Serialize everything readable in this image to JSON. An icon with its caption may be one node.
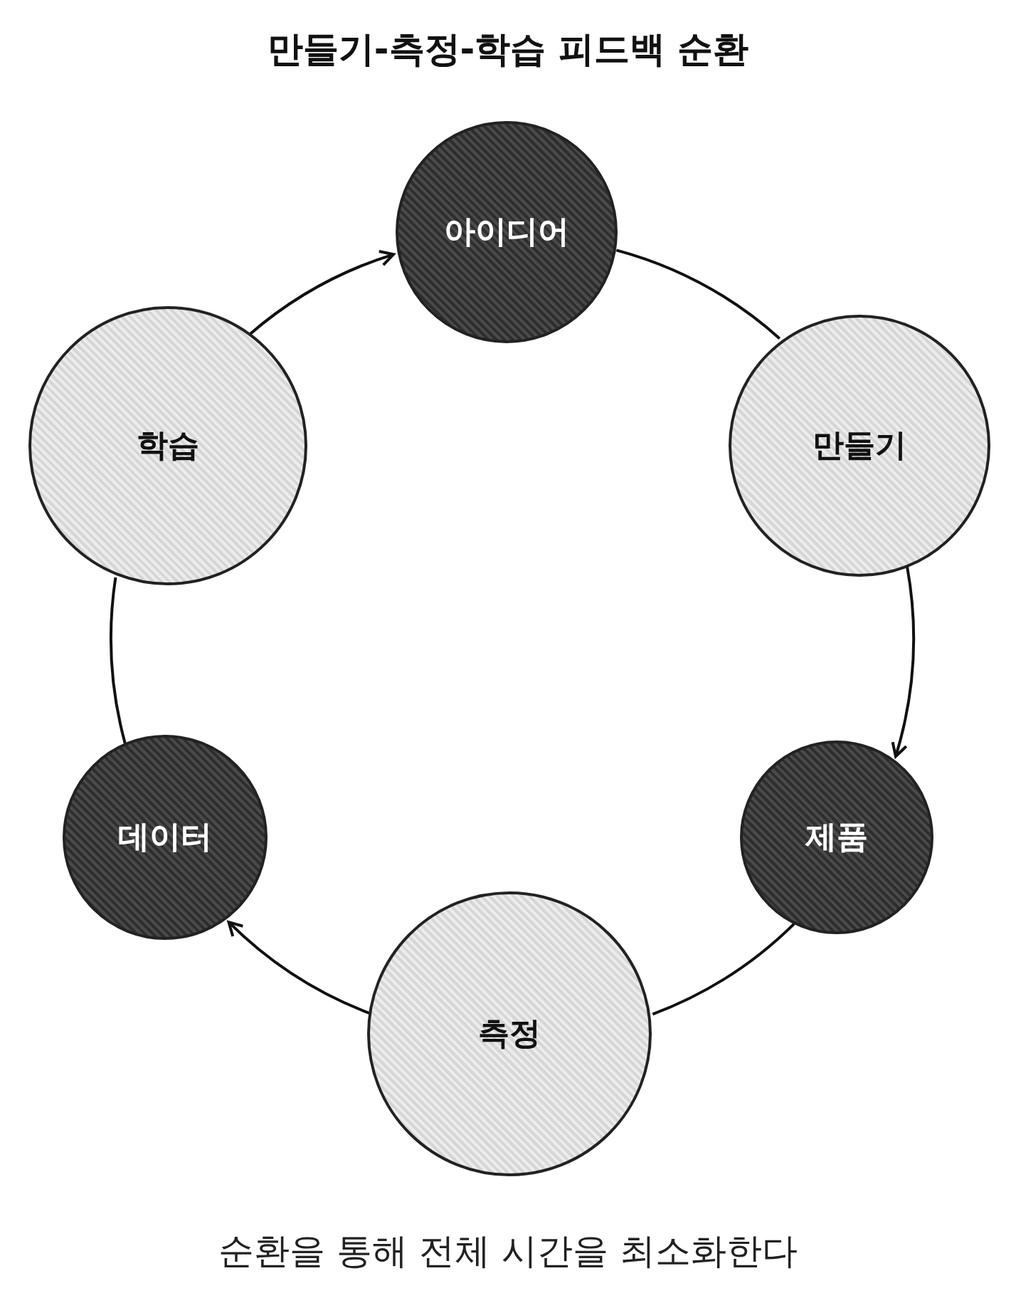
{
  "diagram": {
    "title": "만들기-측정-학습 피드백 순환",
    "nodes": [
      {
        "text": [
          "아이디어"
        ]
      },
      {
        "text": [
          "만들기"
        ]
      },
      {
        "text": [
          "제품"
        ]
      },
      {
        "text": [
          "측정"
        ]
      },
      {
        "text": [
          "데이터"
        ]
      },
      {
        "text": [
          "학습"
        ]
      }
    ],
    "edges": [
      {
        "from": 0,
        "to": 1,
        "arrow": "none"
      },
      {
        "from": 1,
        "to": 2,
        "arrow": "to"
      },
      {
        "from": 2,
        "to": 3,
        "arrow": "none"
      },
      {
        "from": 3,
        "to": 4,
        "arrow": "to"
      },
      {
        "from": 4,
        "to": 5,
        "arrow": "none"
      },
      {
        "from": 5,
        "to": 0,
        "arrow": "to"
      }
    ],
    "caption": "순환을 통해 전체 시간을 최소화한다"
  }
}
